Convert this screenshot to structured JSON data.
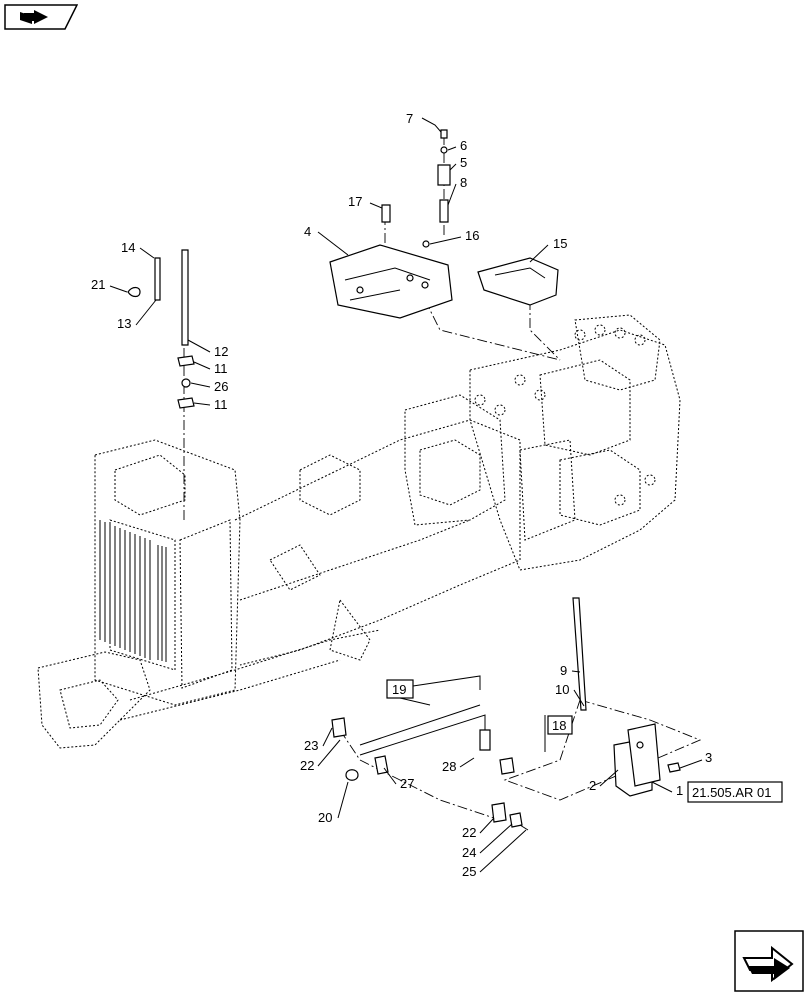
{
  "header": {
    "icon": "book-arrow-icon"
  },
  "footer": {
    "icon": "next-page-arrow-icon"
  },
  "callouts": {
    "c1": "1",
    "c2": "2",
    "c3": "3",
    "c4": "4",
    "c5": "5",
    "c6": "6",
    "c7": "7",
    "c8": "8",
    "c9": "9",
    "c10": "10",
    "c11a": "11",
    "c11b": "11",
    "c12": "12",
    "c13": "13",
    "c14": "14",
    "c15": "15",
    "c16": "16",
    "c17": "17",
    "c20": "20",
    "c21": "21",
    "c22a": "22",
    "c22b": "22",
    "c23": "23",
    "c24": "24",
    "c25": "25",
    "c26": "26",
    "c27": "27",
    "c28": "28"
  },
  "boxed": {
    "b18": "18",
    "b19": "19",
    "ref": "21.505.AR 01"
  }
}
